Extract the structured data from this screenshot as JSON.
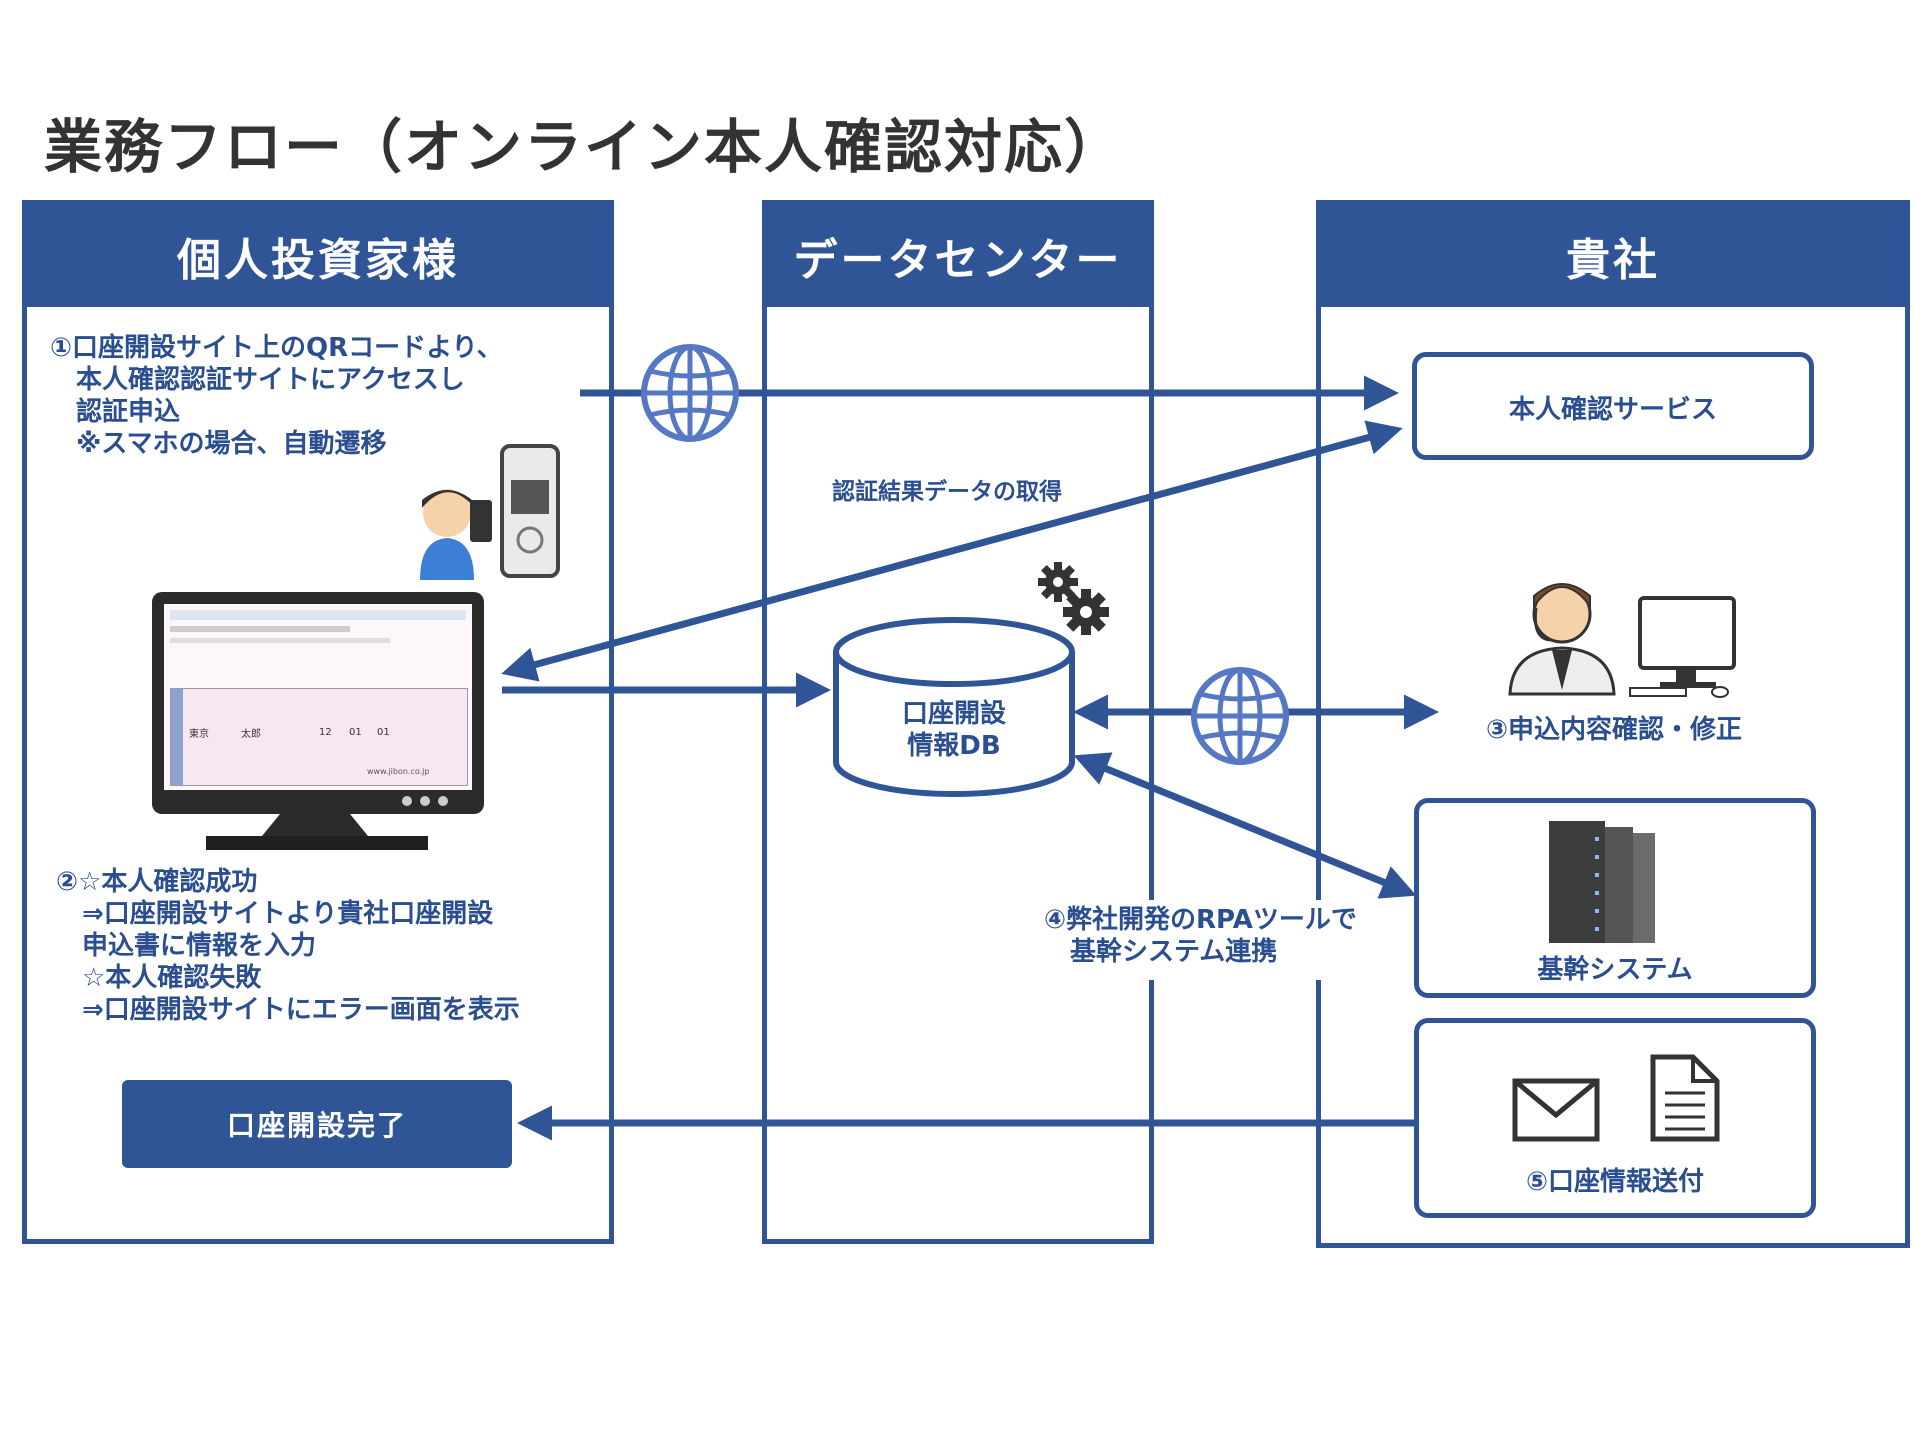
{
  "page_title": "業務フロー（オンライン本人確認対応）",
  "lanes": {
    "investor": "個人投資家様",
    "datacenter": "データセンター",
    "company": "貴社"
  },
  "steps": {
    "step1": "①口座開設サイト上のQRコードより、\n　本人確認認証サイトにアクセスし\n　認証申込\n　※スマホの場合、自動遷移",
    "auth_result": "認証結果データの取得",
    "step2": "②☆本人確認成功\n　⇒口座開設サイトより貴社口座開設\n　申込書に情報を入力\n　☆本人確認失敗\n　⇒口座開設サイトにエラー画面を表示",
    "step3": "③申込内容確認・修正",
    "step4": "④弊社開発のRPAツールで\n　基幹システム連携",
    "step5": "⑤口座情報送付"
  },
  "boxes": {
    "identity_service": "本人確認サービス",
    "database": "口座開設\n情報DB",
    "core_system": "基幹システム",
    "complete": "口座開設完了"
  },
  "monitor_form": {
    "values": [
      "12",
      "01",
      "01"
    ],
    "name_first": "太郎",
    "name_last": "東京",
    "footer_url": "www.jibon.co.jp"
  },
  "icons": [
    "globe-icon",
    "gear-icon",
    "smartphone-icon",
    "person-icon",
    "monitor-icon",
    "operator-icon",
    "computer-icon",
    "server-icon",
    "envelope-icon",
    "document-icon"
  ],
  "colors": {
    "primary": "#2f5597",
    "text": "#2a4e8f",
    "title": "#333333"
  }
}
